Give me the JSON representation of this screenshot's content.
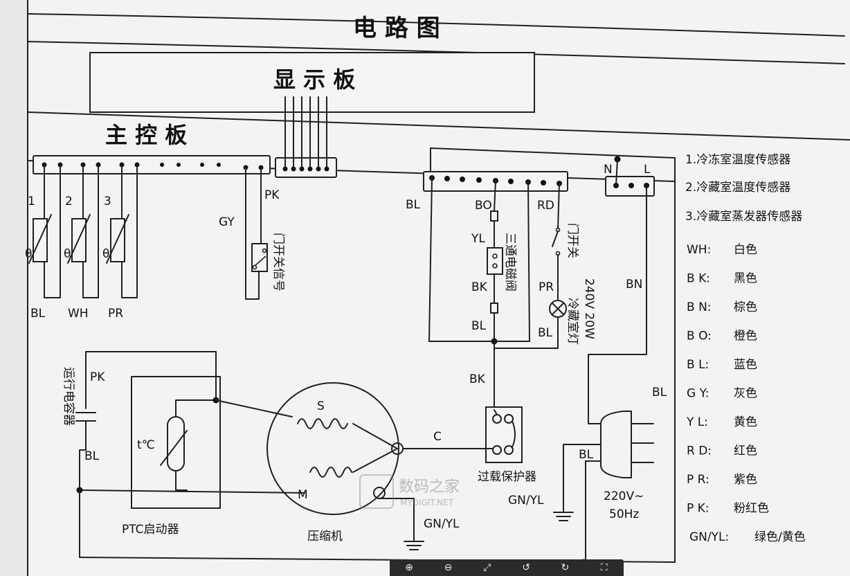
{
  "title": "电 路 图",
  "display_board": "显 示 板",
  "main_board": "主 控 板",
  "sensor_numbers": [
    "1",
    "2",
    "3"
  ],
  "sensor_colors": [
    "BL",
    "WH",
    "PR"
  ],
  "theta_symbol": "θ",
  "wire_labels": {
    "gy": "GY",
    "pk": "PK",
    "bl_left": "BL",
    "bo": "BO",
    "rd": "RD",
    "yl": "YL",
    "bk_valve": "BK",
    "bl_valve": "BL",
    "pr_lamp": "PR",
    "bl_lamp": "BL",
    "bn": "BN",
    "bk_relay": "BK",
    "pk_ptc": "PK",
    "bl_cap": "BL",
    "c": "C",
    "bl_plug_right": "BL",
    "bl_plug": "BL",
    "gn_yl_overload": "GN/YL",
    "gn_yl_comp": "GN/YL",
    "n": "N",
    "l": "L"
  },
  "components": {
    "door_signal": "门开关信号",
    "valve": "三通电磁阀",
    "door_switch": "门开关",
    "lamp_label": "冷藏室灯",
    "lamp_rating": "240V  20W",
    "run_capacitor": "运行电容器",
    "ptc_starter": "PTC启动器",
    "ptc_temp": "t℃",
    "compressor": "压缩机",
    "compressor_s": "S",
    "compressor_m": "M",
    "overload": "过载保护器",
    "plug_voltage": "220V~",
    "plug_freq": "50Hz"
  },
  "sensor_legend": [
    "1.冷冻室温度传感器",
    "2.冷藏室温度传感器",
    "3.冷藏室蒸发器传感器"
  ],
  "color_legend": [
    {
      "code": "WH:",
      "name": "白色"
    },
    {
      "code": "B K:",
      "name": "黑色"
    },
    {
      "code": "B N:",
      "name": "棕色"
    },
    {
      "code": "B O:",
      "name": "橙色"
    },
    {
      "code": "B L:",
      "name": "蓝色"
    },
    {
      "code": "G Y:",
      "name": "灰色"
    },
    {
      "code": "Y L:",
      "name": "黄色"
    },
    {
      "code": "R D:",
      "name": "红色"
    },
    {
      "code": "P R:",
      "name": "紫色"
    },
    {
      "code": "P K:",
      "name": "粉红色"
    },
    {
      "code": "GN/YL:",
      "name": "绿色/黄色"
    }
  ],
  "watermark": {
    "main": "数码之家",
    "sub": "MYDIGIT.NET"
  },
  "toolbar": {
    "icons": [
      "zoom-in-icon",
      "zoom-out-icon",
      "fit-icon",
      "rotate-left-icon",
      "rotate-right-icon",
      "fullscreen-icon"
    ],
    "glyphs": [
      "⊕",
      "⊖",
      "⤢",
      "↺",
      "↻",
      "⛶"
    ]
  }
}
